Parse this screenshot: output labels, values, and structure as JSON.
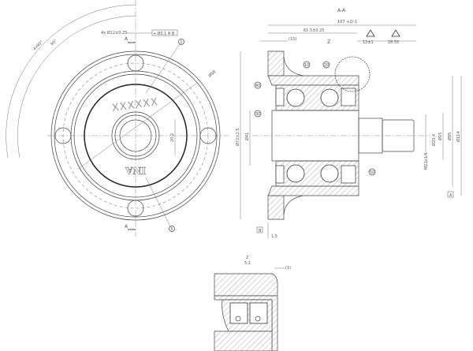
{
  "front_view": {
    "section_marker_top": "A",
    "section_marker_bottom": "A",
    "hole_callout": "4x Ø12±0.25",
    "position_tolerance": "⌖ Ø0.1 A B",
    "angle_outer": "4x90°",
    "angle_inner": "90°",
    "diameter_label": "Ø98",
    "marking_text": "XXXXXX",
    "logo_text": "INA",
    "balloon_marking": "1",
    "balloon_logo": "5",
    "dimension_vertical": "20.2"
  },
  "section_view": {
    "title": "A-A",
    "overall_length": "107 +2/-1",
    "length_body": "61.5±0.25",
    "flange_offset": "(15)",
    "dim_small": "12±1",
    "dim_shaft": "28.55",
    "detail_marker": "Z",
    "balloons": [
      "10",
      "20",
      "40",
      "30",
      "50"
    ],
    "dia_flange": "Ø72±2.5",
    "dia_bore": "Ø41",
    "thread": "M22x1.5",
    "dia_shaft": "Ø20.4",
    "dia_15": "Ø15",
    "dia_95": "Ø95",
    "dia_114": "Ø114",
    "datum_b": "B",
    "datum_a": "A",
    "offset": "1.5"
  },
  "detail_view": {
    "title": "Z",
    "scale": "5:1",
    "gap": "(1)"
  }
}
